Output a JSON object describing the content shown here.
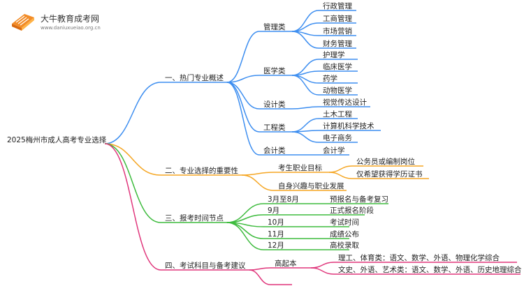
{
  "logo": {
    "name": "大牛教育成考网",
    "url": "www.daniuxueiao.org.cn"
  },
  "colors": {
    "blue": "#3d8ef0",
    "orange": "#f5a623",
    "green": "#3dbb3d",
    "pink": "#e0377c",
    "text": "#222222"
  },
  "root": {
    "label": "2025梅州市成人高考专业选择"
  },
  "branches": [
    {
      "label": "一、热门专业概述",
      "color": "blue",
      "children": [
        {
          "label": "管理类",
          "children": [
            {
              "label": "行政管理"
            },
            {
              "label": "工商管理"
            },
            {
              "label": "市场营销"
            },
            {
              "label": "财务管理"
            }
          ]
        },
        {
          "label": "医学类",
          "children": [
            {
              "label": "护理学"
            },
            {
              "label": "临床医学"
            },
            {
              "label": "药学"
            },
            {
              "label": "动物医学"
            }
          ]
        },
        {
          "label": "设计类",
          "children": [
            {
              "label": "视觉传达设计"
            }
          ]
        },
        {
          "label": "工程类",
          "children": [
            {
              "label": "土木工程"
            },
            {
              "label": "计算机科学技术"
            },
            {
              "label": "电子商务"
            }
          ]
        },
        {
          "label": "会计类",
          "children": [
            {
              "label": "会计学"
            }
          ]
        }
      ]
    },
    {
      "label": "二、专业选择的重要性",
      "color": "orange",
      "children": [
        {
          "label": "考生职业目标",
          "children": [
            {
              "label": "公务员或编制岗位"
            },
            {
              "label": "仅希望获得学历证书"
            }
          ]
        },
        {
          "label": "自身兴趣与职业发展"
        }
      ]
    },
    {
      "label": "三、报考时间节点",
      "color": "green",
      "children": [
        {
          "label": "3月至8月",
          "children": [
            {
              "label": "预报名与备考复习"
            }
          ]
        },
        {
          "label": "9月",
          "children": [
            {
              "label": "正式报名阶段"
            }
          ]
        },
        {
          "label": "10月",
          "children": [
            {
              "label": "考试时间"
            }
          ]
        },
        {
          "label": "11月",
          "children": [
            {
              "label": "成绩公布"
            }
          ]
        },
        {
          "label": "12月",
          "children": [
            {
              "label": "高校录取"
            }
          ]
        }
      ]
    },
    {
      "label": "四、考试科目与备考建议",
      "color": "pink",
      "children": [
        {
          "label": "高起本",
          "children": [
            {
              "label": "理工、体育类：语文、数学、外语、物理化学综合"
            },
            {
              "label": "文史、外语、艺术类：语文、数学、外语、历史地理综合"
            }
          ]
        },
        {
          "label": ""
        }
      ]
    }
  ]
}
